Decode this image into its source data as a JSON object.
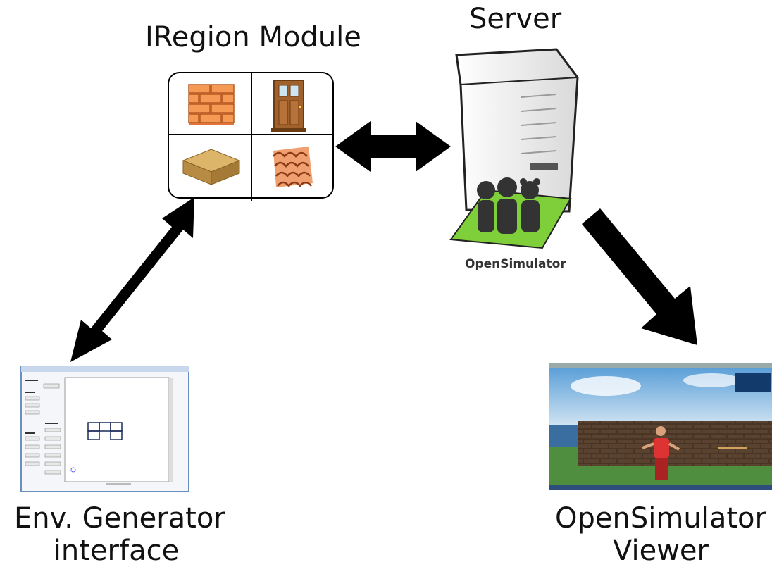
{
  "labels": {
    "iregion_module": "IRegion Module",
    "server": "Server",
    "opensimulator_logo": "OpenSimulator",
    "env_generator_line1": "Env. Generator",
    "env_generator_line2": "interface",
    "viewer_line1": "OpenSimulator",
    "viewer_line2": "Viewer"
  },
  "module_tiles": [
    "brick-wall-icon",
    "door-icon",
    "block-icon",
    "roof-tiles-icon"
  ],
  "connections": [
    {
      "from": "iregion-module",
      "to": "server",
      "direction": "bidirectional"
    },
    {
      "from": "iregion-module",
      "to": "env-generator-interface",
      "direction": "bidirectional"
    },
    {
      "from": "server",
      "to": "opensimulator-viewer",
      "direction": "one-way"
    }
  ],
  "colors": {
    "arrow": "#000000",
    "brick": "#f08a3c",
    "door": "#a0612d",
    "block": "#c8a058",
    "roof": "#e08a55",
    "logo_green": "#7ecf3a",
    "logo_figures": "#333333"
  }
}
